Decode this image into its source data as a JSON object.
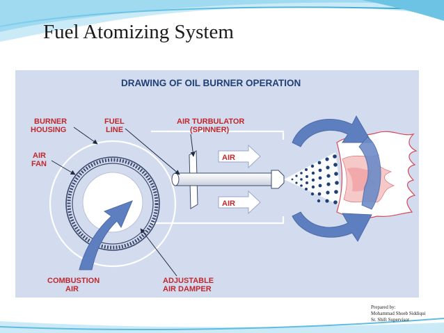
{
  "slide": {
    "title": "Fuel Atomizing System",
    "accent_color": "#4fb4d8"
  },
  "diagram": {
    "title": "DRAWING OF OIL BURNER OPERATION",
    "background_color": "#d3dbee",
    "label_color": "#c0272d",
    "labels": {
      "burner_housing_1": "BURNER",
      "burner_housing_2": "HOUSING",
      "fuel_line_1": "FUEL",
      "fuel_line_2": "LINE",
      "air_turbulator_1": "AIR TURBULATOR",
      "air_turbulator_2": "(SPINNER)",
      "air_fan_1": "AIR",
      "air_fan_2": "FAN",
      "air_upper": "AIR",
      "air_lower": "AIR",
      "combustion_air_1": "COMBUSTION",
      "combustion_air_2": "AIR",
      "air_damper_1": "ADJUSTABLE",
      "air_damper_2": "AIR DAMPER"
    }
  },
  "footer": {
    "line1": "Prepared by:",
    "line2": "Mohammad Shoeb Siddiqui",
    "line3": "Sr. Shift Supervisor"
  }
}
